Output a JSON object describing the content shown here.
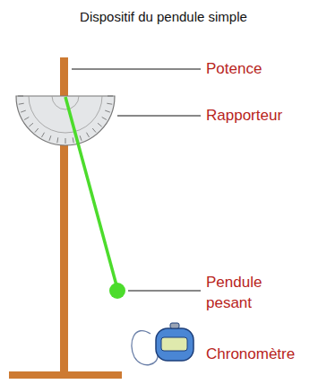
{
  "diagram": {
    "title": "Dispositif du pendule simple",
    "labels": [
      "Potence",
      "Rapporteur",
      "Pendule pesant",
      "Chronomètre"
    ]
  }
}
